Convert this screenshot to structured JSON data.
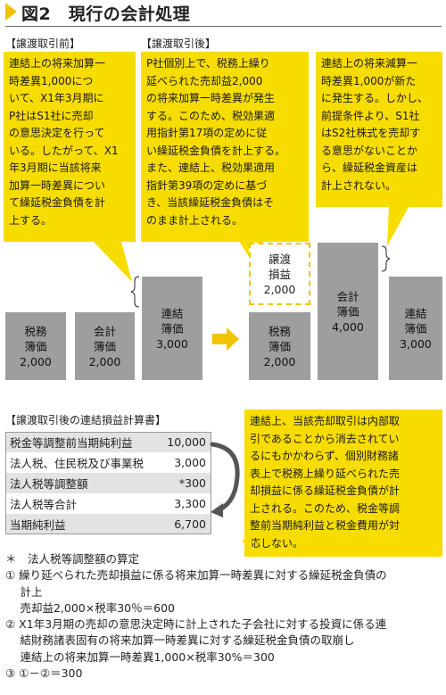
{
  "header": {
    "title": "図2　現行の会計処理"
  },
  "sections": {
    "before": "【譲渡取引前】",
    "after": "【譲渡取引後】",
    "pl": "【譲渡取引後の連結損益計算書】"
  },
  "notes": {
    "left": "連結上の将来加算一\n時差異1,000につ\nいて、X1年3月期に\nP社はS1社に売却\nの意思決定を行って\nいる。したがって、X1\n年3月期に当該将来\n加算一時差異につい\nて繰延税金負債を計\n上する。",
    "middle": "P社個別上で、税務上繰り\n延べられた売却益2,000\nの将来加算一時差異が発生\nする。このため、税効果適\n用指針第17項の定めに従\nい繰延税金負債を計上する。\nまた、連結上、税効果適用\n指針第39項の定めに基づ\nき、当該繰延税金負債はそ\nのまま計上される。",
    "right": "連結上の将来減算一\n時差異1,000が新た\nに発生する。しかし、\n前提条件より、S1社\nはS2社株式を売却す\nる意思がないことか\nら、繰延税金資産は\n計上されない。",
    "bottom": "連結上、当該売却取引は内部取\n引であることから消去されてい\nるにもかかわらず、個別財務諸\n表上で税務上繰り延べられた売\n却損益に係る繰延税金負債が計\n上される。このため、税金等調\n整前当期純利益と税金費用が対\n応しない。"
  },
  "blocks": {
    "before_tax": "税務\n簿価\n2,000",
    "before_acct": "会計\n簿価\n2,000",
    "before_consol": "連結\n簿価\n3,000",
    "after_gain": "譲渡\n損益\n2,000",
    "after_tax": "税務\n簿価\n2,000",
    "after_acct": "会計\n簿価\n4,000",
    "after_consol": "連結\n簿価\n3,000"
  },
  "pl_table": {
    "rows": [
      {
        "label": "税金等調整前当期純利益",
        "value": "10,000"
      },
      {
        "label": "法人税、住民税及び事業税",
        "value": "3,000"
      },
      {
        "label": "法人税等調整額",
        "value": "*300"
      },
      {
        "label": "法人税等合計",
        "value": "3,300"
      },
      {
        "label": "当期純利益",
        "value": "6,700"
      }
    ]
  },
  "footnotes": "＊　法人税等調整額の算定\n① 繰り延べられた売却損益に係る将来加算一時差異に対する繰延税金負債の\n　 計上\n　 売却益2,000×税率30％＝600\n② X1年3月期の売却の意思決定時に計上された子会社に対する投資に係る連\n　 結財務諸表固有の将来加算一時差異に対する繰延税金負債の取崩し\n　 連結上の将来加算一時差異1,000×税率30%＝300\n③ ①－②＝300",
  "colors": {
    "accent": "#f7dc00",
    "block": "#9e9e9e",
    "shade": "#e3e3e3"
  }
}
